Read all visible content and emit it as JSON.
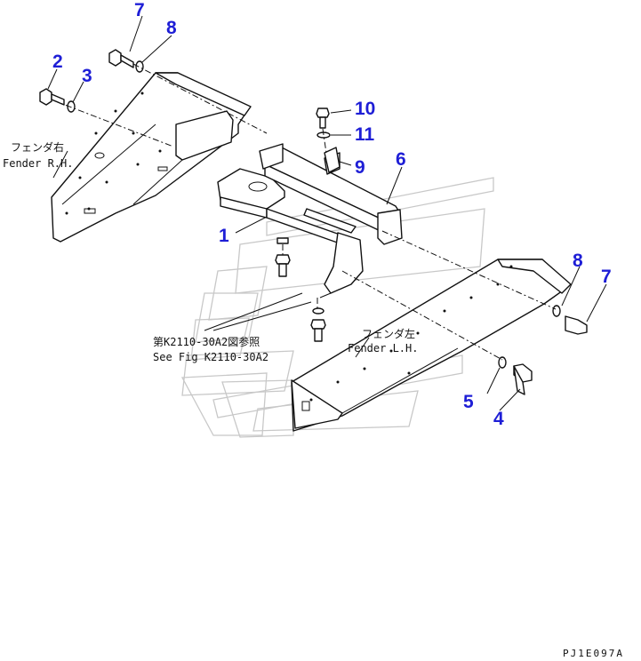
{
  "callouts": {
    "c1": "1",
    "c2": "2",
    "c3": "3",
    "c4": "4",
    "c5": "5",
    "c6": "6",
    "c7_top": "7",
    "c7_right": "7",
    "c8_top": "8",
    "c8_right": "8",
    "c9": "9",
    "c10": "10",
    "c11": "11"
  },
  "notes": {
    "fender_rh_jp": "フェンダ右",
    "fender_rh_en": "Fender R.H.",
    "fender_lh_jp": "フェンダ左",
    "fender_lh_en": "Fender L.H.",
    "see_fig_jp": "第K2110-30A2図参照",
    "see_fig_en": "See Fig K2110-30A2"
  },
  "drawing_code": "PJ1E097A",
  "colors": {
    "callout": "#1e1ed6",
    "line": "#111111",
    "watermark": "#c8c8c8"
  }
}
